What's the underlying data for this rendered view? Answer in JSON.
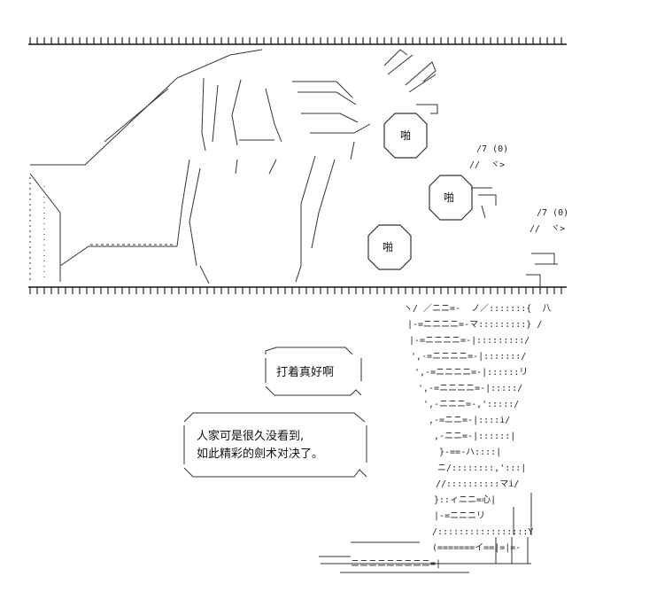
{
  "sound_effects": [
    "啪",
    "啪",
    "啪"
  ],
  "dialogue": {
    "short_bubble": "打着真好啊",
    "long_bubble_lines": [
      "人家可是很久没看到,",
      "如此精彩的劍术对决了。"
    ]
  },
  "aa_fragments": {
    "cry_1": "/7 (0)",
    "cry_1b": "//  ヾ>",
    "cry_2": "/7 (0)",
    "cry_2b": "//  ヾ>",
    "tower_rows": [
      "ヽ/ ／ニニ=-  ノ／:::::::{  八",
      "|-=ニニニニ=-マ:::::::::} /",
      "|-=ニニニニ=-|:::::::::/",
      "',-=ニニニニ=-|:::::::/",
      "',-=ニニニニ=-|::::::リ",
      "',-=ニニニニ=-|:::::/",
      "',-ニニニ=-,':::::/",
      ",-=ニニ=-|::::i/",
      ",-ニニ=-|::::::|",
      "}-==-ハ::::|",
      "ニ/::::::::,':::|",
      "//::::::::::マi/",
      "}::ィニニ=心|",
      "|-=ニニニリ",
      "/:::::::::::::::::Y",
      "(=======イ==|=|=-",
      "ニニニニニニニニニ=|-"
    ]
  }
}
